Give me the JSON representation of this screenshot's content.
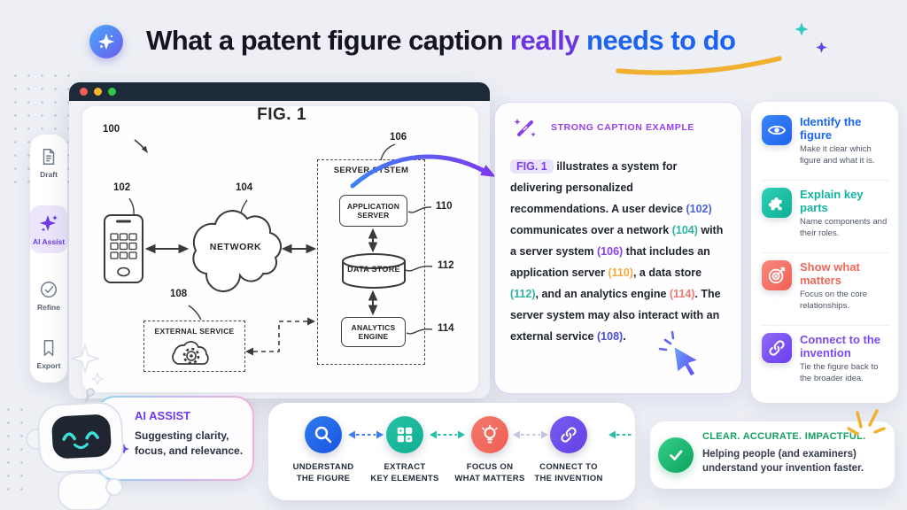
{
  "header": {
    "title_part1": "What a patent figure caption ",
    "title_highlight_purple": "really",
    "title_highlight_blue": " needs to do"
  },
  "colors": {
    "accent_purple": "#6d35e0",
    "accent_blue": "#1b63f0",
    "accent_teal": "#14b3a0",
    "accent_coral": "#f0685c",
    "accent_amber": "#f2b030",
    "accent_green": "#13a360",
    "titlebar": "#1c2a3a"
  },
  "sidebar": {
    "items": [
      {
        "label": "Draft",
        "icon": "document-icon"
      },
      {
        "label": "AI Assist",
        "icon": "sparkle-icon",
        "active": true
      },
      {
        "label": "Refine",
        "icon": "check-circle-icon"
      },
      {
        "label": "Export",
        "icon": "bookmark-icon"
      }
    ]
  },
  "figure": {
    "title": "FIG. 1",
    "overall_ref": "100",
    "device": {
      "ref": "102",
      "icon": "smartphone-icon"
    },
    "network": {
      "ref": "104",
      "label": "NETWORK",
      "icon": "cloud-icon"
    },
    "server_system": {
      "ref": "106",
      "label": "SERVER SYSTEM"
    },
    "application_server": {
      "ref": "110",
      "label": "APPLICATION SERVER"
    },
    "data_store": {
      "ref": "112",
      "label": "DATA STORE",
      "icon": "database-cylinder-icon"
    },
    "analytics_engine": {
      "ref": "114",
      "label": "ANALYTICS ENGINE"
    },
    "external_service": {
      "ref": "108",
      "label": "EXTERNAL SERVICE",
      "icon": "cloud-gear-icon"
    }
  },
  "caption_panel": {
    "heading": "STRONG CAPTION EXAMPLE",
    "segments": [
      {
        "text": "FIG. 1",
        "style": "badge"
      },
      {
        "text": " illustrates a system for delivering personalized recommendations. A user device "
      },
      {
        "text": "(102)",
        "color": "#4a63d8"
      },
      {
        "text": " communicates over a network "
      },
      {
        "text": "(104)",
        "color": "#2db3a0"
      },
      {
        "text": " with a server system "
      },
      {
        "text": "(106)",
        "color": "#8a3ff0"
      },
      {
        "text": " that includes an application server "
      },
      {
        "text": "(110)",
        "color": "#f0a93c"
      },
      {
        "text": ", a data store "
      },
      {
        "text": "(112)",
        "color": "#2db3a0"
      },
      {
        "text": ", and an analytics engine "
      },
      {
        "text": "(114)",
        "color": "#f0796d"
      },
      {
        "text": ". The server system may also interact with an external service "
      },
      {
        "text": "(108)",
        "color": "#4a4fd8"
      },
      {
        "text": "."
      }
    ]
  },
  "principles": {
    "items": [
      {
        "title": "Identify the figure",
        "desc": "Make it clear which figure and what it is.",
        "icon": "eye-icon",
        "color": "#1b66f0"
      },
      {
        "title": "Explain key parts",
        "desc": "Name components and their roles.",
        "icon": "puzzle-icon",
        "color": "#14b3a0"
      },
      {
        "title": "Show what matters",
        "desc": "Focus on the core relationships.",
        "icon": "target-icon",
        "color": "#f0685c"
      },
      {
        "title": "Connect to the invention",
        "desc": "Tie the figure back to the broader idea.",
        "icon": "link-icon",
        "color": "#7b49f0"
      }
    ]
  },
  "assistant": {
    "name": "AI ASSIST",
    "message": "Suggesting clarity, focus, and relevance."
  },
  "workflow": {
    "steps": [
      {
        "line1": "UNDERSTAND",
        "line2": "THE FIGURE",
        "icon": "magnifier-icon"
      },
      {
        "line1": "EXTRACT",
        "line2": "KEY ELEMENTS",
        "icon": "blocks-grid-icon"
      },
      {
        "line1": "FOCUS ON",
        "line2": "WHAT MATTERS",
        "icon": "lightbulb-icon"
      },
      {
        "line1": "CONNECT TO",
        "line2": "THE INVENTION",
        "icon": "link-icon"
      }
    ]
  },
  "outcome": {
    "heading": "CLEAR. ACCURATE. IMPACTFUL.",
    "desc": "Helping people (and examiners) understand your invention faster."
  }
}
